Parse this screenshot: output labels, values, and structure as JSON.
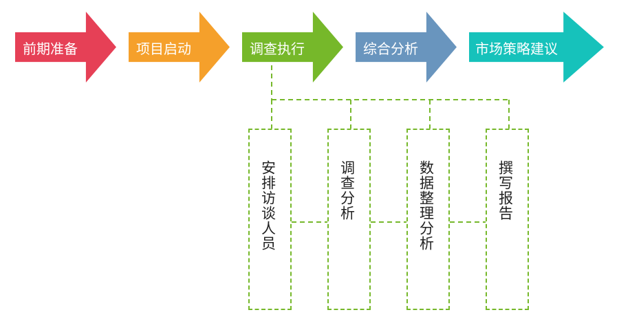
{
  "stages": [
    {
      "label": "前期准备",
      "color": "#e64056"
    },
    {
      "label": "项目启动",
      "color": "#f5a02b"
    },
    {
      "label": "调查执行",
      "color": "#76b82a"
    },
    {
      "label": "综合分析",
      "color": "#6995be"
    },
    {
      "label": "市场策略建议",
      "color": "#16c2bb"
    }
  ],
  "tasks": [
    {
      "label": "安排访谈人员"
    },
    {
      "label": "调查分析"
    },
    {
      "label": "数据整理分析"
    },
    {
      "label": "撰写报告"
    }
  ],
  "connector_color": "#76b82a"
}
